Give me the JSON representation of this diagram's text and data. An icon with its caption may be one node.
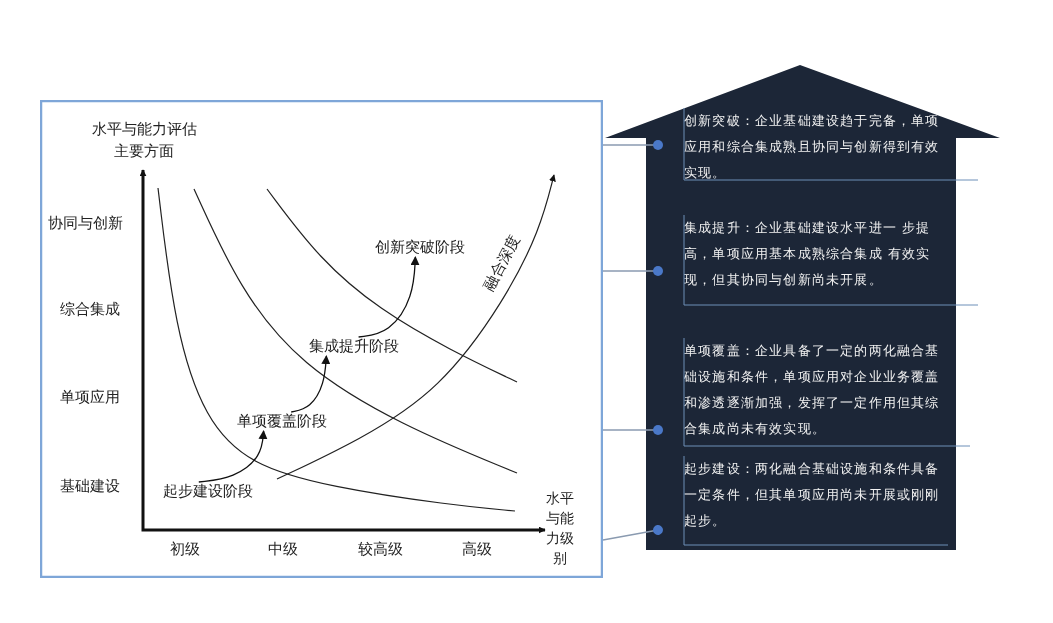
{
  "diagram": {
    "nodes": [
      {
        "text": [],
        "shape": "box"
      },
      {
        "text": [
          "起步建设阶段"
        ],
        "in": 0
      },
      {
        "text": [
          "单项覆盖阶段"
        ],
        "in": 0
      },
      {
        "text": [
          "集成提升阶段"
        ],
        "in": 0
      },
      {
        "text": [
          "创新突破阶段"
        ],
        "in": 0
      },
      {
        "text": [],
        "shape": "house"
      },
      {
        "text": [
          "创新突破：企业基础建设趋于完备，单项应用和综合集成熟且协同与创新得到有效实现。"
        ],
        "in": 5
      },
      {
        "text": [
          "集成提升：企业基础建设水平进一 步提高，单项应用基本成熟综合集成 有效实现，但其协同与创新尚未开展。"
        ],
        "in": 5
      },
      {
        "text": [
          "单项覆盖：企业具备了一定的两化融合基础设施和条件，单项应用对企业业务覆盖和渗透逐渐加强，发挥了一定作用但其综合集成尚未有效实现。"
        ],
        "in": 5
      },
      {
        "text": [
          "起步建设：两化融合基础设施和条件具备一定条件，但其单项应用尚未开展或刚刚起步。"
        ],
        "in": 5
      }
    ],
    "edges": [
      {
        "from": 1,
        "to": 2,
        "arrow": "to",
        "color": "#111111"
      },
      {
        "from": 2,
        "to": 3,
        "arrow": "to",
        "color": "#111111"
      },
      {
        "from": 3,
        "to": 4,
        "arrow": "to",
        "color": "#111111"
      },
      {
        "from": 0,
        "to": 6,
        "arrow": "other"
      },
      {
        "from": 0,
        "to": 7,
        "arrow": "other"
      },
      {
        "from": 0,
        "to": 8,
        "arrow": "other"
      },
      {
        "from": 0,
        "to": 9,
        "arrow": "other"
      }
    ],
    "labels": [
      "水平与能力评估主要方面",
      "协同与创新",
      "综合集成",
      "融合深度",
      "单项应用",
      "基础建设",
      "水平与能力级别",
      "初级",
      "中级",
      "较高级",
      "高级"
    ]
  }
}
